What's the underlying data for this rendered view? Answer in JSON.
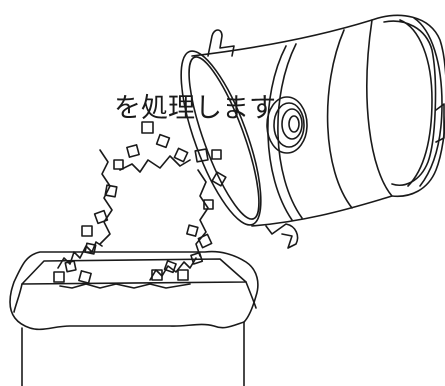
{
  "caption": "を処理します",
  "colors": {
    "line": "#1a1a1a",
    "background": "#ffffff"
  },
  "illustration": {
    "subjects": [
      "canister-drum",
      "debris",
      "trash-bin"
    ]
  }
}
